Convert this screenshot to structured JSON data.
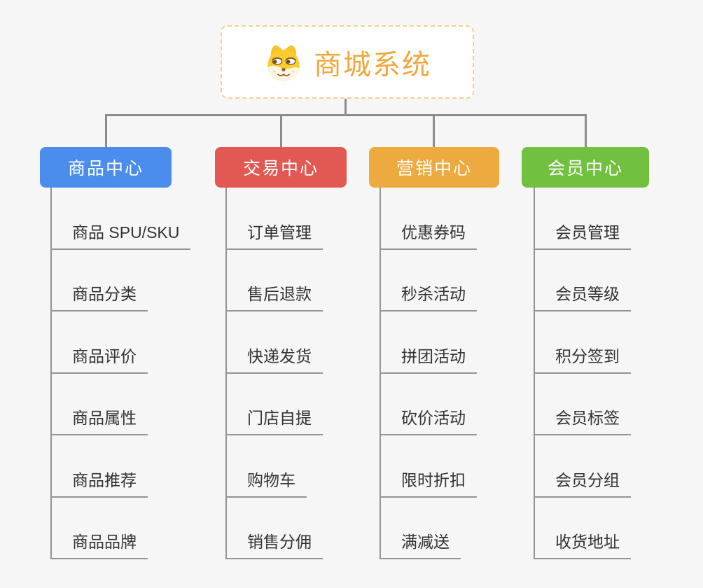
{
  "root": {
    "title": "商城系统",
    "icon": "dog-face",
    "text_color": "#f0a83c",
    "border_color": "#f6cf8e",
    "background": "#ffffff"
  },
  "canvas": {
    "background": "#f6f6f6",
    "connector_color": "#8c8c8c",
    "child_line_color": "#949494",
    "child_text_color": "#333333"
  },
  "branches": [
    {
      "label": "商品中心",
      "color": "#4a8ded",
      "items": [
        "商品 SPU/SKU",
        "商品分类",
        "商品评价",
        "商品属性",
        "商品推荐",
        "商品品牌"
      ]
    },
    {
      "label": "交易中心",
      "color": "#e25853",
      "items": [
        "订单管理",
        "售后退款",
        "快递发货",
        "门店自提",
        "购物车",
        "销售分佣"
      ]
    },
    {
      "label": "营销中心",
      "color": "#edaa3f",
      "items": [
        "优惠券码",
        "秒杀活动",
        "拼团活动",
        "砍价活动",
        "限时折扣",
        "满减送"
      ]
    },
    {
      "label": "会员中心",
      "color": "#72c040",
      "items": [
        "会员管理",
        "会员等级",
        "积分签到",
        "会员标签",
        "会员分组",
        "收货地址"
      ]
    }
  ]
}
